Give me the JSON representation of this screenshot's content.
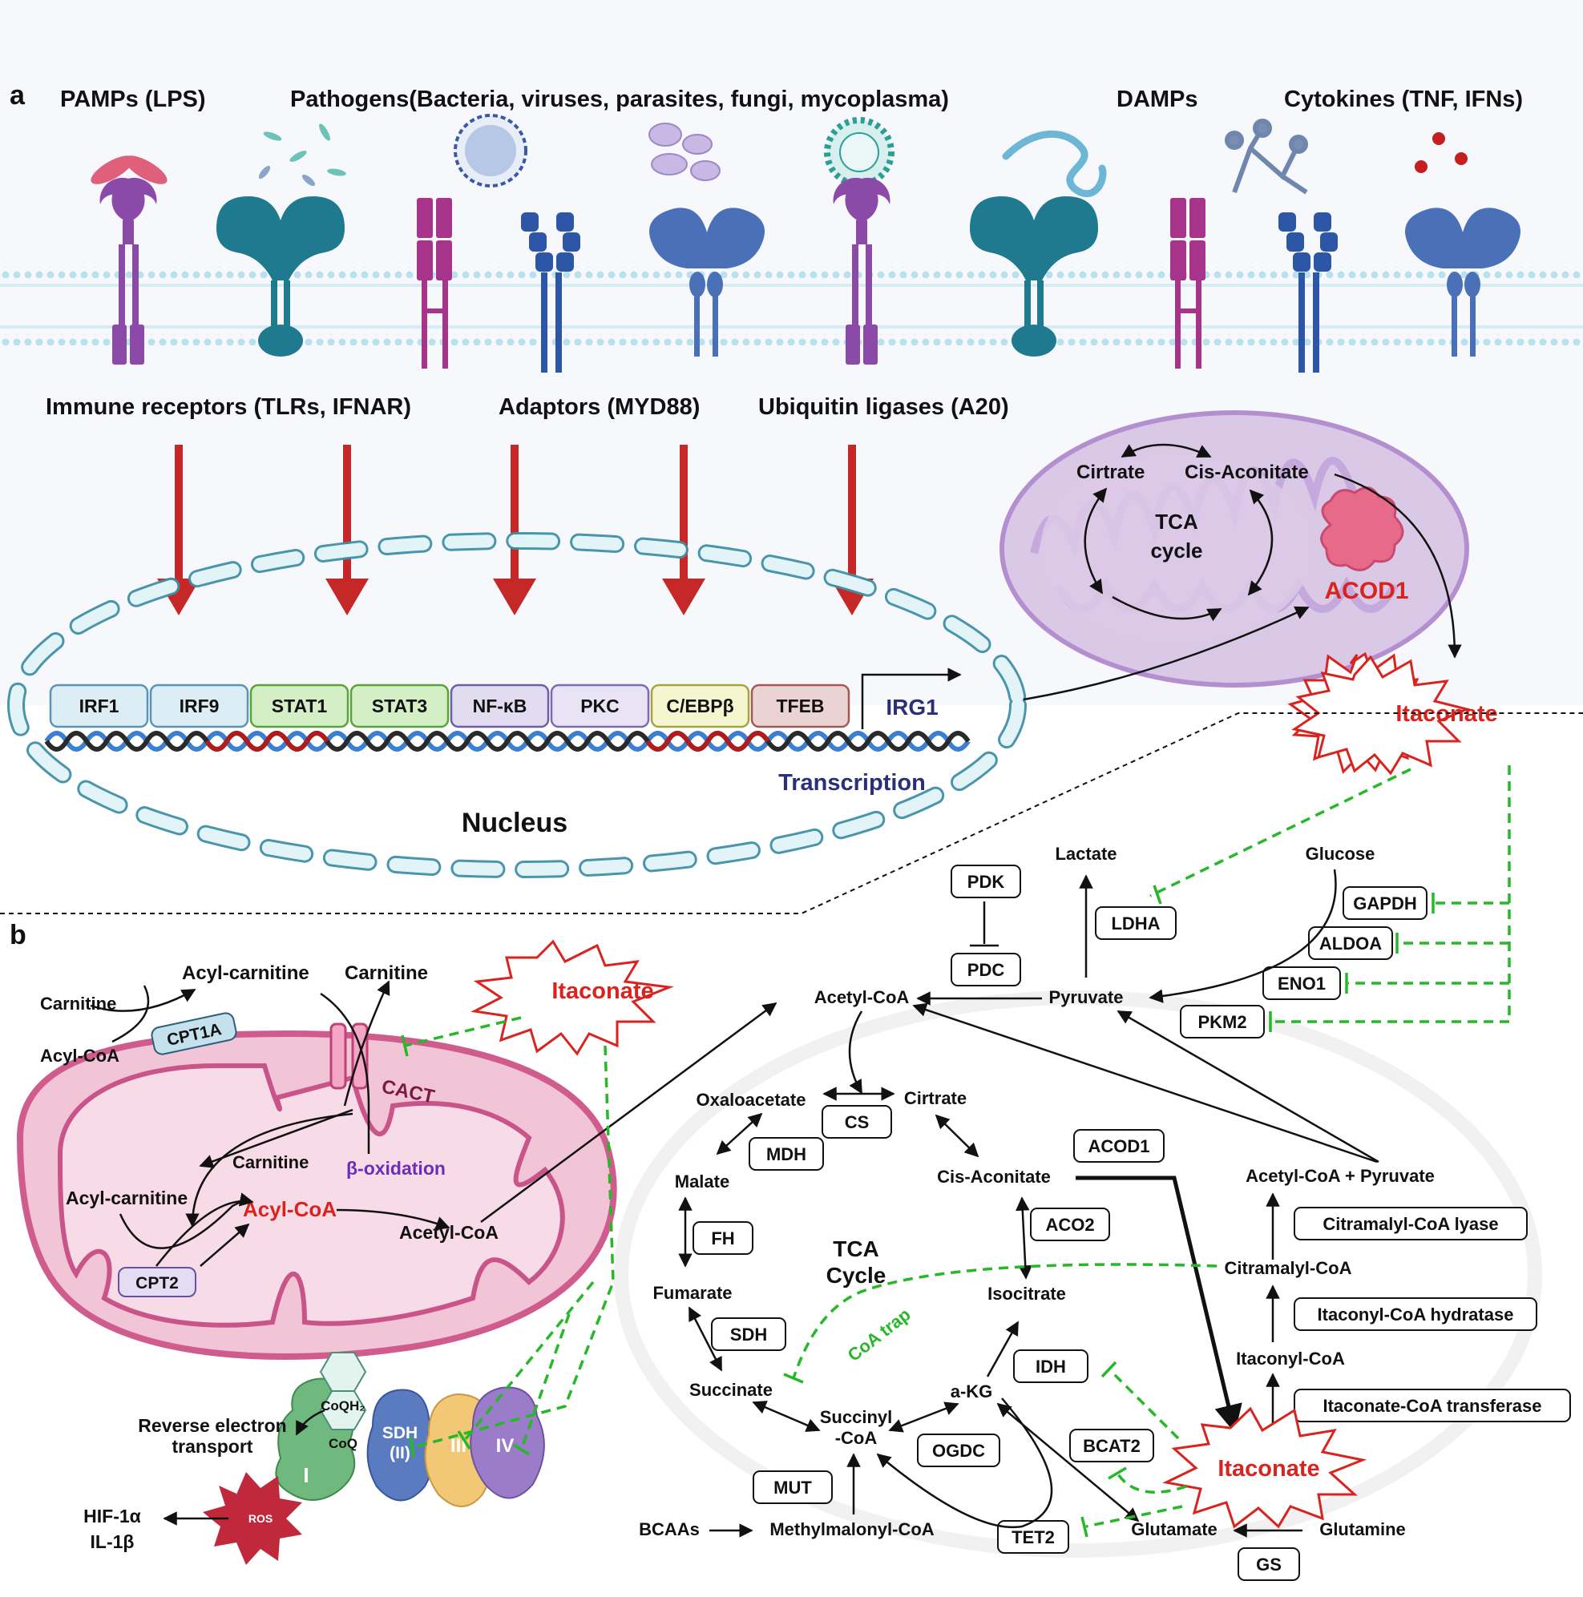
{
  "panel_labels": {
    "a": "a",
    "b": "b"
  },
  "panel_a": {
    "top_labels": {
      "pamps": "PAMPs (LPS)",
      "pathogens": "Pathogens(Bacteria, viruses, parasites, fungi, mycoplasma)",
      "damps": "DAMPs",
      "cytokines": "Cytokines (TNF, IFNs)"
    },
    "mid_labels": {
      "immune_receptors": "Immune receptors (TLRs, IFNAR)",
      "adaptors": "Adaptors (MYD88)",
      "ubiquitin": "Ubiquitin ligases (A20)"
    },
    "tca": {
      "cirtrate": "Cirtrate",
      "cis_aconitate": "Cis-Aconitate",
      "title_line1": "TCA",
      "title_line2": "cycle",
      "enzyme": "ACOD1"
    },
    "tfs": [
      {
        "label": "IRF1",
        "fill": "#dcedf6",
        "stroke": "#5a95b5"
      },
      {
        "label": "IRF9",
        "fill": "#dcedf6",
        "stroke": "#5a95b5"
      },
      {
        "label": "STAT1",
        "fill": "#d4efc6",
        "stroke": "#58a43a"
      },
      {
        "label": "STAT3",
        "fill": "#d4efc6",
        "stroke": "#58a43a"
      },
      {
        "label": "NF-κB",
        "fill": "#e2dcf1",
        "stroke": "#6e5ea8"
      },
      {
        "label": "PKC",
        "fill": "#e8e3f5",
        "stroke": "#7c6bb0"
      },
      {
        "label": "C/EBPβ",
        "fill": "#f5f6d0",
        "stroke": "#a5a540"
      },
      {
        "label": "TFEB",
        "fill": "#ecd3d3",
        "stroke": "#a55858"
      }
    ],
    "gene": "IRG1",
    "transcription": "Transcription",
    "nucleus": "Nucleus",
    "itaconate": "Itaconate"
  },
  "panel_b": {
    "fao": {
      "carnitine_top": "Carnitine",
      "acyl_carnitine_top": "Acyl-carnitine",
      "carnitine_right": "Carnitine",
      "acyl_coa_top": "Acyl-CoA",
      "cpt1a": "CPT1A",
      "cact": "CACT",
      "carnitine_in": "Carnitine",
      "beta_ox": "β-oxidation",
      "acyl_carnitine_in": "Acyl-carnitine",
      "acyl_coa_in": "Acyl-CoA",
      "acetyl_coa_in": "Acetyl-CoA",
      "cpt2": "CPT2",
      "itaconate": "Itaconate"
    },
    "etc": {
      "reverse_line1": "Reverse electron",
      "reverse_line2": "transport",
      "coqh2": "CoQH₂",
      "coq": "CoQ",
      "complex_i": "I",
      "sdh_line1": "SDH",
      "sdh_line2": "(II)",
      "complex_iii": "III",
      "complex_iv": "IV",
      "ros": "ROS",
      "hif": "HIF-1α",
      "il1b": "IL-1β"
    },
    "glycolysis": {
      "lactate": "Lactate",
      "glucose": "Glucose",
      "pdk": "PDK",
      "pdc": "PDC",
      "ldha": "LDHA",
      "gapdh": "GAPDH",
      "aldoa": "ALDOA",
      "eno1": "ENO1",
      "pkm2": "PKM2",
      "pyruvate": "Pyruvate",
      "acetyl_coa": "Acetyl-CoA"
    },
    "tca": {
      "oxaloacetate": "Oxaloacetate",
      "cirtrate": "Cirtrate",
      "cs": "CS",
      "mdh": "MDH",
      "malate": "Malate",
      "fh": "FH",
      "fumarate": "Fumarate",
      "sdh": "SDH",
      "succinate": "Succinate",
      "succinyl_line1": "Succinyl",
      "succinyl_line2": "-CoA",
      "ogdc": "OGDC",
      "akg": "a-KG",
      "idh": "IDH",
      "isocitrate": "Isocitrate",
      "aco2": "ACO2",
      "cis_aconitate": "Cis-Aconitate",
      "acod1": "ACOD1",
      "title_line1": "TCA",
      "title_line2": "Cycle",
      "coa_trap": "CoA trap",
      "mut": "MUT",
      "bcaas": "BCAAs",
      "methylmalonyl": "Methylmalonyl-CoA",
      "tet2": "TET2",
      "bcat2": "BCAT2",
      "glutamate": "Glutamate",
      "glutamine": "Glutamine",
      "gs": "GS",
      "itaconate": "Itaconate"
    },
    "catabolism": {
      "acetyl_pyruvate": "Acetyl-CoA + Pyruvate",
      "citramalyl_lyase": "Citramalyl-CoA lyase",
      "citramalyl_coa": "Citramalyl-CoA",
      "itaconyl_hydratase": "Itaconyl-CoA hydratase",
      "itaconyl_coa": "Itaconyl-CoA",
      "itaconate_transferase": "Itaconate-CoA transferase"
    }
  }
}
